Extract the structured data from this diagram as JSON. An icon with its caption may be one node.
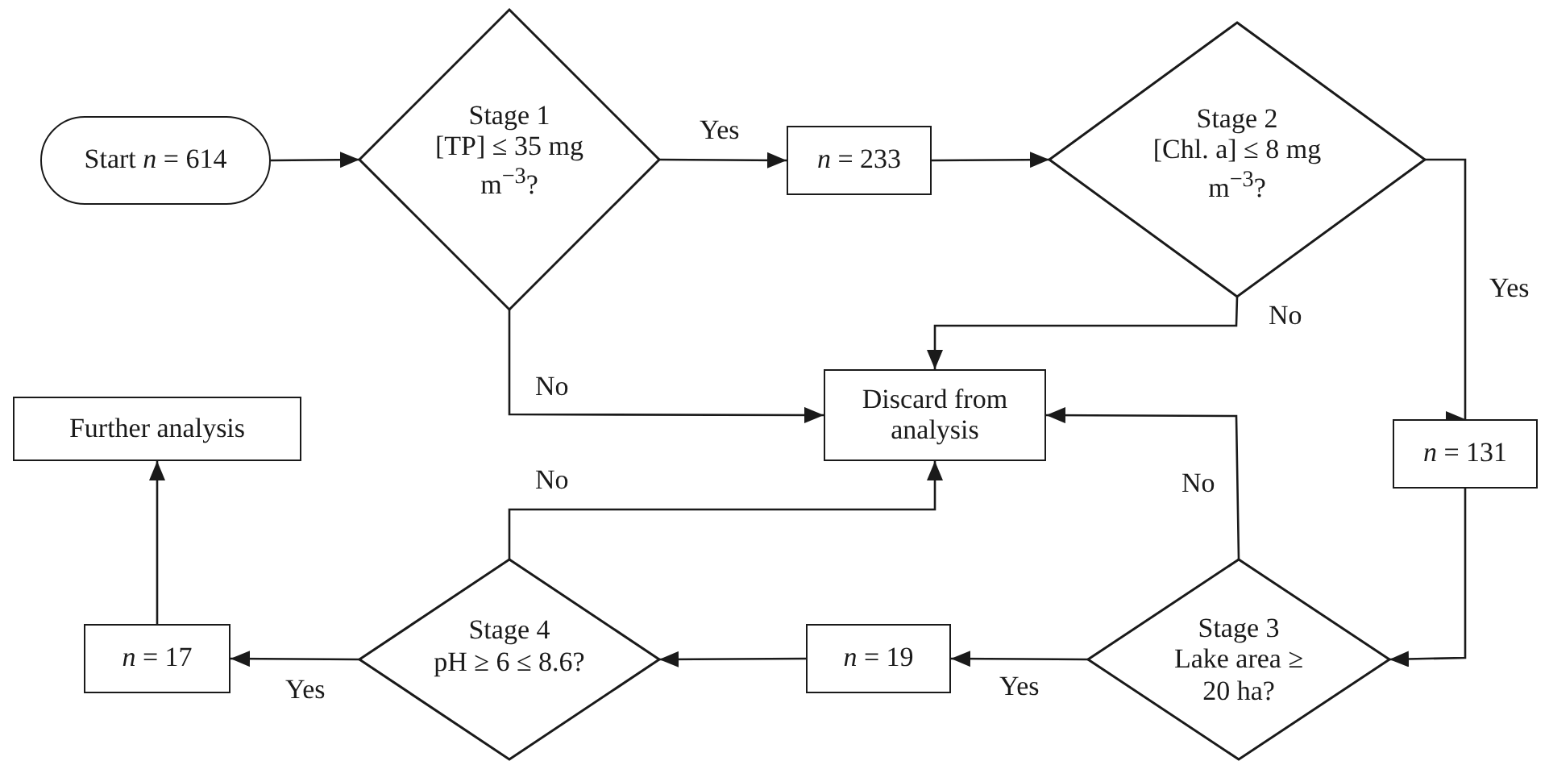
{
  "diagram": {
    "nodes": [
      {
        "text": [
          "Start *n* = 614"
        ]
      },
      {
        "text": [
          "Stage 1",
          "[TP] ≤ 35 mg m$^{−3}$?"
        ]
      },
      {
        "text": [
          "*n* = 233"
        ]
      },
      {
        "text": [
          "Stage 2",
          "[Chl. a] ≤ 8 mg m$^{−3}$?"
        ]
      },
      {
        "text": [
          "Further analysis"
        ]
      },
      {
        "text": [
          "Discard from analysis"
        ]
      },
      {
        "text": [
          "*n* = 131"
        ]
      },
      {
        "text": [
          "*n* = 17"
        ]
      },
      {
        "text": [
          "Stage 4",
          "pH ≥ 6 ≤ 8.6?"
        ]
      },
      {
        "text": [
          "*n* = 19"
        ]
      },
      {
        "text": [
          "Stage 3",
          "Lake area ≥ 20 ha?"
        ]
      }
    ],
    "edges": [
      {
        "from": 0,
        "to": 1,
        "arrow": "to"
      },
      {
        "from": 1,
        "to": 2,
        "arrow": "to",
        "label": "Yes"
      },
      {
        "from": 2,
        "to": 3,
        "arrow": "to"
      },
      {
        "from": 3,
        "to": 5,
        "arrow": "to",
        "label": "No"
      },
      {
        "from": 1,
        "to": 5,
        "arrow": "to",
        "label": "No"
      },
      {
        "from": 3,
        "to": 6,
        "arrow": "to",
        "label": "Yes"
      },
      {
        "from": 6,
        "to": 10,
        "arrow": "to"
      },
      {
        "from": 10,
        "to": 5,
        "arrow": "to",
        "label": "No"
      },
      {
        "from": 10,
        "to": 9,
        "arrow": "to",
        "label": "Yes"
      },
      {
        "from": 9,
        "to": 8,
        "arrow": "to"
      },
      {
        "from": 8,
        "to": 5,
        "arrow": "to",
        "label": "No"
      },
      {
        "from": 8,
        "to": 7,
        "arrow": "to",
        "label": "Yes"
      },
      {
        "from": 7,
        "to": 4,
        "arrow": "to"
      }
    ]
  }
}
